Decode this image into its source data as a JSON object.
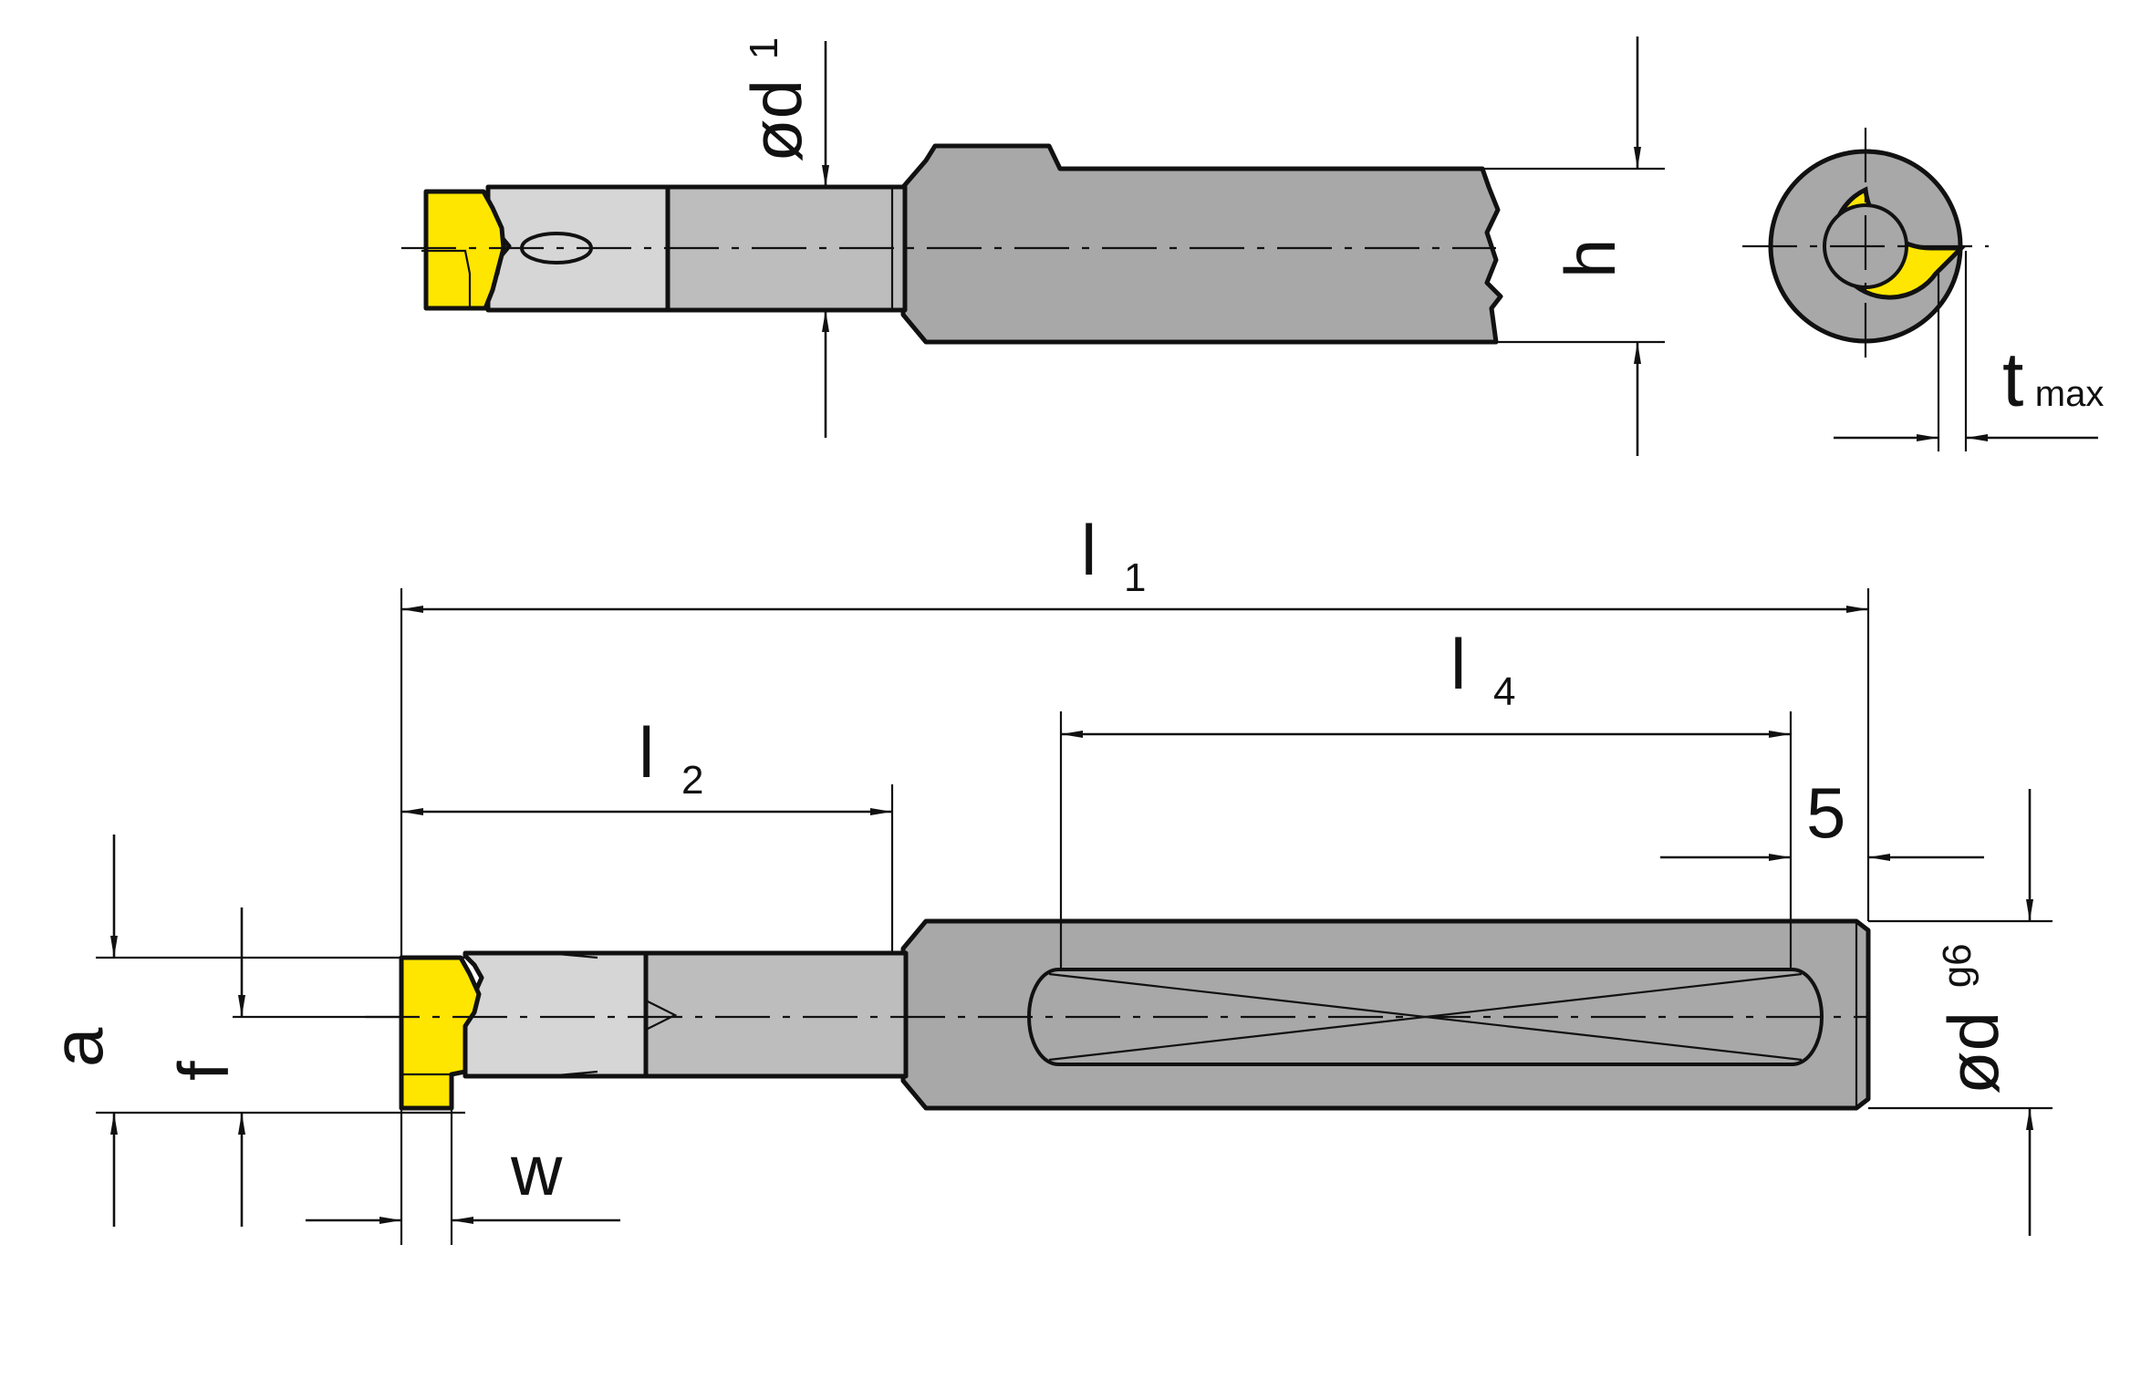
{
  "colors": {
    "body": "#a8a8a8",
    "neck": "#bdbdbd",
    "head": "#d6d6d6",
    "insert": "#ffe600",
    "outline": "#111111"
  },
  "labels": {
    "d1": {
      "main": "ød",
      "sub": "1"
    },
    "h": "h",
    "tmax": {
      "main": "t",
      "sub": "max"
    },
    "l1": {
      "main": "l",
      "sub": "1"
    },
    "l2": {
      "main": "l",
      "sub": "2"
    },
    "l4": {
      "main": "l",
      "sub": "4"
    },
    "five": "5",
    "a": "a",
    "f": "f",
    "w": "w",
    "dg6": {
      "main": "ød",
      "sub": "g6"
    }
  }
}
